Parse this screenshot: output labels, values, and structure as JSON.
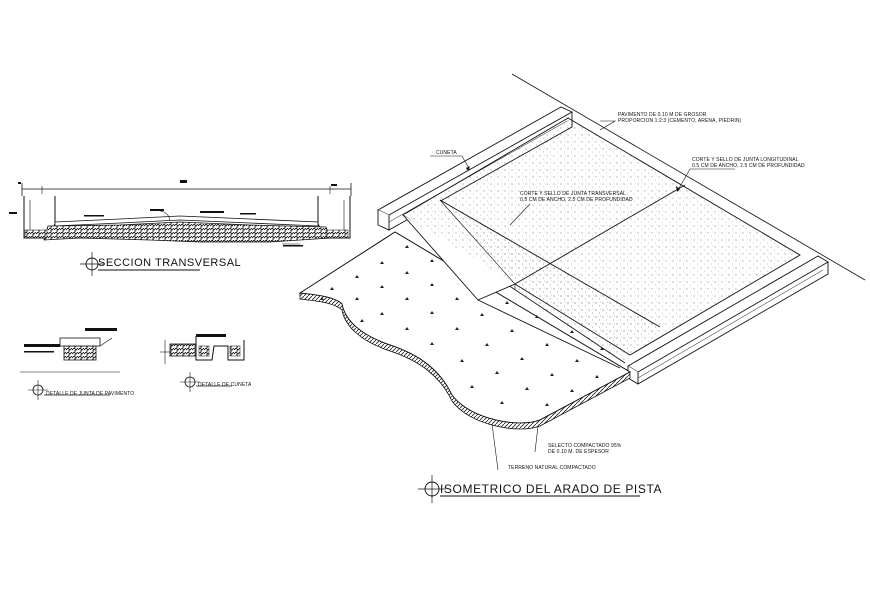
{
  "seccion_transversal": {
    "title": "SECCION TRANSVERSAL"
  },
  "isometrico": {
    "title": "ISOMETRICO DEL ARADO DE PISTA",
    "cuneta_label": "CUNETA",
    "pavimento_line1": "PAVIMENTO DE 0.10 M DE GROSOR",
    "pavimento_line2": "PROPORCION 1:2:3 (CEMENTO, ARENA, PIEDRIN)",
    "junta_longitudinal_line1": "CORTE Y SELLO DE JUNTA LONGITUDINAL",
    "junta_longitudinal_line2": "0.5 CM DE ANCHO, 2.5 CM DE PROFUNDIDAD",
    "junta_transversal_line1": "CORTE Y SELLO DE JUNTA TRANSVERSAL",
    "junta_transversal_line2": "0.5 CM DE ANCHO, 2.5 CM DE PROFUNDIDAD",
    "selecto_line1": "SELECTO COMPACTADO 95%",
    "selecto_line2": "DE 0.10 M. DE ESPESOR",
    "terreno_label": "TERRENO NATURAL COMPACTADO"
  },
  "detail_left": {
    "title": "DETALLE DE JUNTA DE PAVIMENTO"
  },
  "detail_right": {
    "title": "DETALLE DE CUNETA"
  }
}
